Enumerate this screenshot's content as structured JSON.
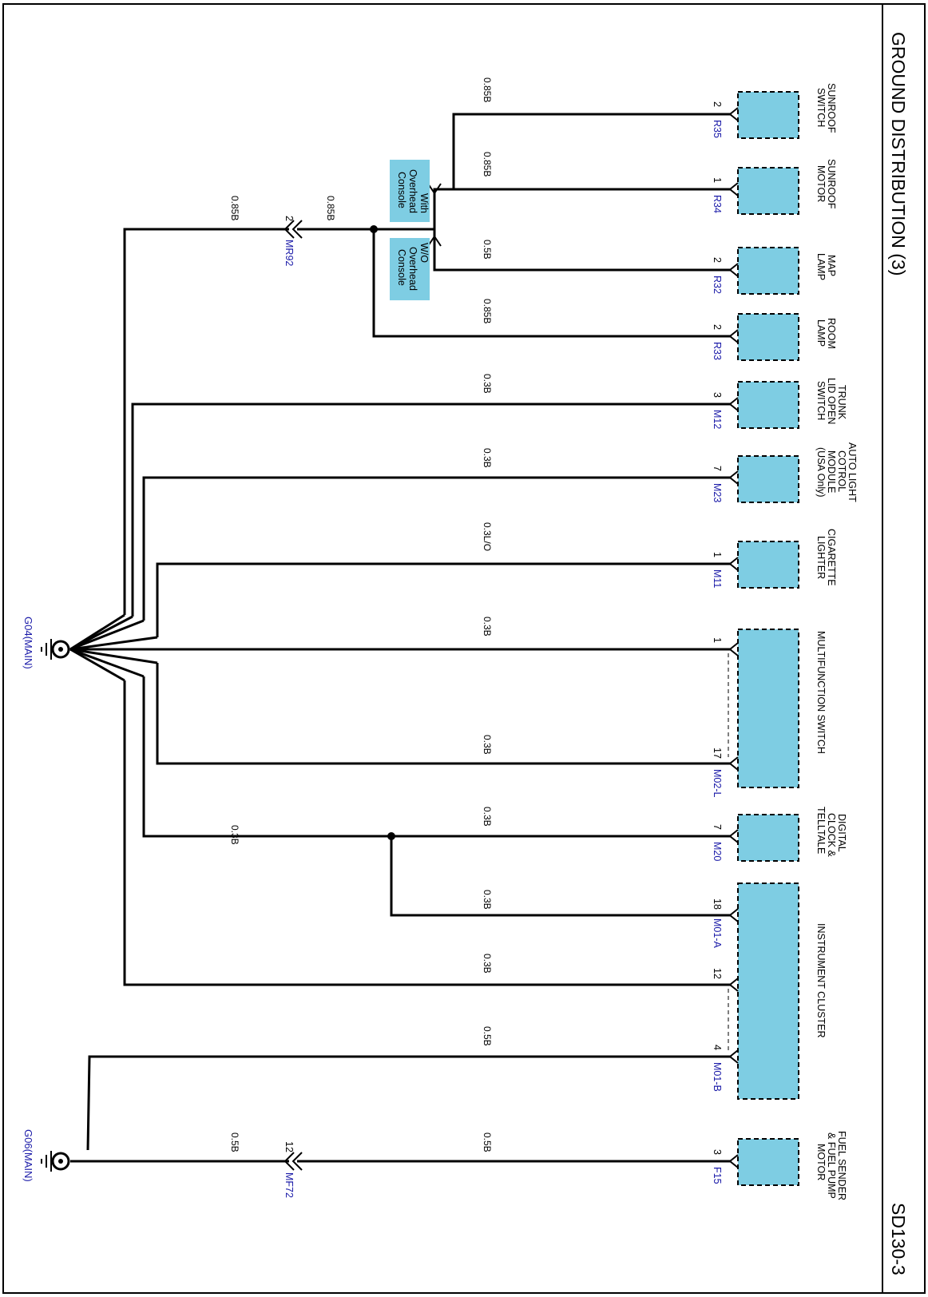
{
  "title": "GROUND DISTRIBUTION (3)",
  "page_code": "SD130-3",
  "colors": {
    "component_fill": "#7ecde3",
    "connector_text": "#1a1aa8",
    "wire": "#000000"
  },
  "grounds": [
    {
      "id": "G04(MAIN)"
    },
    {
      "id": "G06(MAIN)"
    }
  ],
  "inline_connectors": [
    {
      "id": "MR92",
      "pin": "2"
    },
    {
      "id": "MF72",
      "pin": "12"
    }
  ],
  "options": [
    {
      "line1": "With",
      "line2": "Overhead",
      "line3": "Console"
    },
    {
      "line1": "W/O",
      "line2": "Overhead",
      "line3": "Console"
    }
  ],
  "components": [
    {
      "name1": "SUNROOF",
      "name2": "SWITCH",
      "connector": "R35",
      "pin": "2",
      "wire": "0.85B"
    },
    {
      "name1": "SUNROOF",
      "name2": "MOTOR",
      "connector": "R34",
      "pin": "1",
      "wire": "0.85B"
    },
    {
      "name1": "MAP",
      "name2": "LAMP",
      "connector": "R32",
      "pin": "2",
      "wire": "0.5B"
    },
    {
      "name1": "ROOM",
      "name2": "LAMP",
      "connector": "R33",
      "pin": "2",
      "wire": "0.85B"
    },
    {
      "name1": "TRUNK",
      "name2": "LID OPEN",
      "name3": "SWITCH",
      "connector": "M12",
      "pin": "3",
      "wire": "0.3B"
    },
    {
      "name1": "AUTO LIGHT",
      "name2": "COTROL",
      "name3": "MODULE",
      "name4": "(USA Only)",
      "connector": "M23",
      "pin": "7",
      "wire": "0.3B"
    },
    {
      "name1": "CIGARETTE",
      "name2": "LIGHTER",
      "connector": "M11",
      "pin": "1",
      "wire": "0.3L/O"
    },
    {
      "name1": "MULTIFUNCTION SWITCH",
      "connector": "M02-L",
      "pin_a": "1",
      "wire_a": "0.3B",
      "pin_b": "17",
      "wire_b": "0.3B"
    },
    {
      "name1": "DIGITAL",
      "name2": "CLOCK &",
      "name3": "TELLTALE",
      "connector": "M20",
      "pin": "7",
      "wire": "0.3B"
    },
    {
      "name1": "INSTRUMENT CLUSTER",
      "connector_a": "M01-A",
      "pin_a": "18",
      "wire_a": "0.3B",
      "pin_b": "12",
      "wire_b": "0.3B",
      "connector_b": "M01-B",
      "pin_c": "4",
      "wire_c": "0.5B"
    },
    {
      "name1": "FUEL SENDER",
      "name2": "& FUEL PUMP",
      "name3": "MOTOR",
      "connector": "F15",
      "pin": "3",
      "wire": "0.5B"
    }
  ],
  "wire_labels": {
    "mr92_out": "0.85B",
    "mr92_in": "0.85B",
    "clock_to_g04": "0.3B",
    "mf72_to_g06": "0.5B"
  }
}
